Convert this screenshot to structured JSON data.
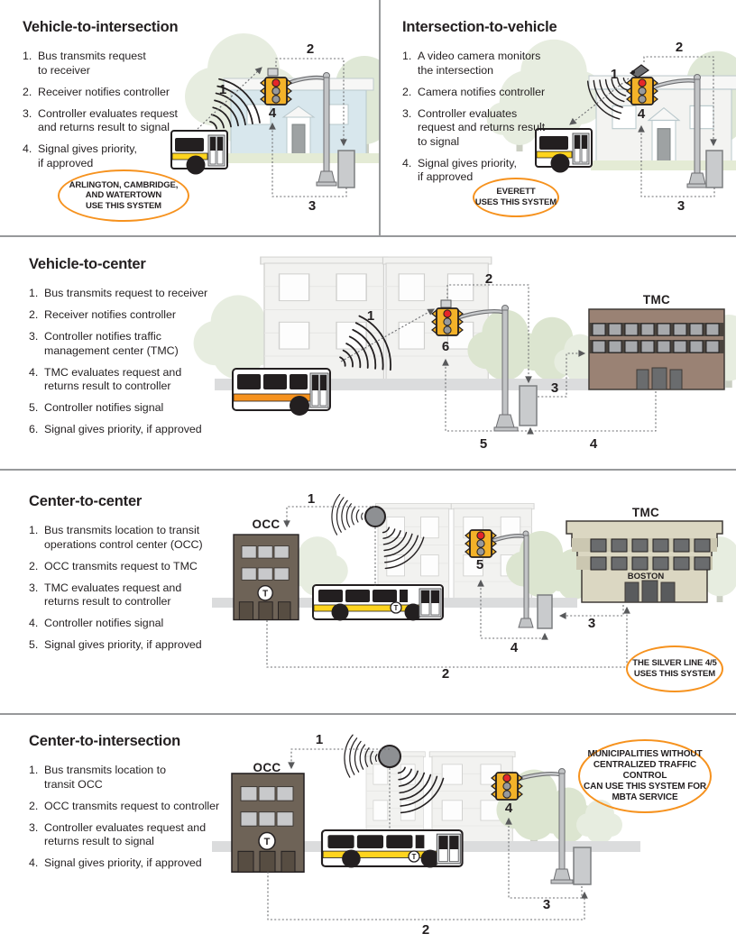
{
  "colors": {
    "accent_orange": "#F6921E",
    "signal_yellow": "#F3B229",
    "signal_red": "#E52629",
    "bus_stripe_yellow": "#FFD41E",
    "bus_stripe_orange": "#F6921E"
  },
  "bus_logo": "T",
  "panels": [
    {
      "id": "vehicle-to-intersection",
      "title": "Vehicle-to-intersection",
      "steps": [
        {
          "num": "1.",
          "text": "Bus transmits request\nto receiver"
        },
        {
          "num": "2.",
          "text": "Receiver notifies controller"
        },
        {
          "num": "3.",
          "text": "Controller evaluates request\nand returns result to signal"
        },
        {
          "num": "4.",
          "text": "Signal gives priority,\nif approved"
        }
      ],
      "callout": "ARLINGTON, CAMBRIDGE,\nAND WATERTOWN\nUSE THIS SYSTEM",
      "markers": [
        "1",
        "2",
        "3",
        "4"
      ]
    },
    {
      "id": "intersection-to-vehicle",
      "title": "Intersection-to-vehicle",
      "steps": [
        {
          "num": "1.",
          "text": "A video camera monitors\nthe intersection"
        },
        {
          "num": "2.",
          "text": "Camera notifies controller"
        },
        {
          "num": "3.",
          "text": "Controller evaluates\nrequest and returns result\nto signal"
        },
        {
          "num": "4.",
          "text": "Signal gives priority,\nif approved"
        }
      ],
      "callout": "EVERETT\nUSES THIS SYSTEM",
      "markers": [
        "1",
        "2",
        "3",
        "4"
      ]
    },
    {
      "id": "vehicle-to-center",
      "title": "Vehicle-to-center",
      "steps": [
        {
          "num": "1.",
          "text": "Bus transmits request to receiver"
        },
        {
          "num": "2.",
          "text": "Receiver notifies controller"
        },
        {
          "num": "3.",
          "text": "Controller notifies traffic\nmanagement center (TMC)"
        },
        {
          "num": "4.",
          "text": "TMC evaluates request and\nreturns result to controller"
        },
        {
          "num": "5.",
          "text": "Controller notifies signal"
        },
        {
          "num": "6.",
          "text": "Signal gives priority, if approved"
        }
      ],
      "building_labels": {
        "tmc": "TMC"
      },
      "markers": [
        "1",
        "2",
        "3",
        "4",
        "5",
        "6"
      ]
    },
    {
      "id": "center-to-center",
      "title": "Center-to-center",
      "steps": [
        {
          "num": "1.",
          "text": "Bus transmits location to transit\noperations control center (OCC)"
        },
        {
          "num": "2.",
          "text": "OCC transmits request to TMC"
        },
        {
          "num": "3.",
          "text": "TMC evaluates request and\nreturns result to controller"
        },
        {
          "num": "4.",
          "text": "Controller notifies signal"
        },
        {
          "num": "5.",
          "text": "Signal gives priority, if approved"
        }
      ],
      "building_labels": {
        "occ": "OCC",
        "tmc": "TMC",
        "boston": "BOSTON",
        "t_logo": "T"
      },
      "callout": "THE SILVER LINE 4/5\nUSES THIS SYSTEM",
      "markers": [
        "1",
        "2",
        "3",
        "4",
        "5"
      ]
    },
    {
      "id": "center-to-intersection",
      "title": "Center-to-intersection",
      "steps": [
        {
          "num": "1.",
          "text": "Bus transmits location to\ntransit OCC"
        },
        {
          "num": "2.",
          "text": "OCC transmits request to controller"
        },
        {
          "num": "3.",
          "text": "Controller evaluates request and\nreturns result to signal"
        },
        {
          "num": "4.",
          "text": "Signal gives priority, if approved"
        }
      ],
      "building_labels": {
        "occ": "OCC",
        "t_logo": "T"
      },
      "callout": "MUNICIPALITIES WITHOUT\nCENTRALIZED TRAFFIC CONTROL\nCAN USE THIS SYSTEM FOR\nMBTA SERVICE",
      "markers": [
        "1",
        "2",
        "3",
        "4"
      ]
    }
  ]
}
